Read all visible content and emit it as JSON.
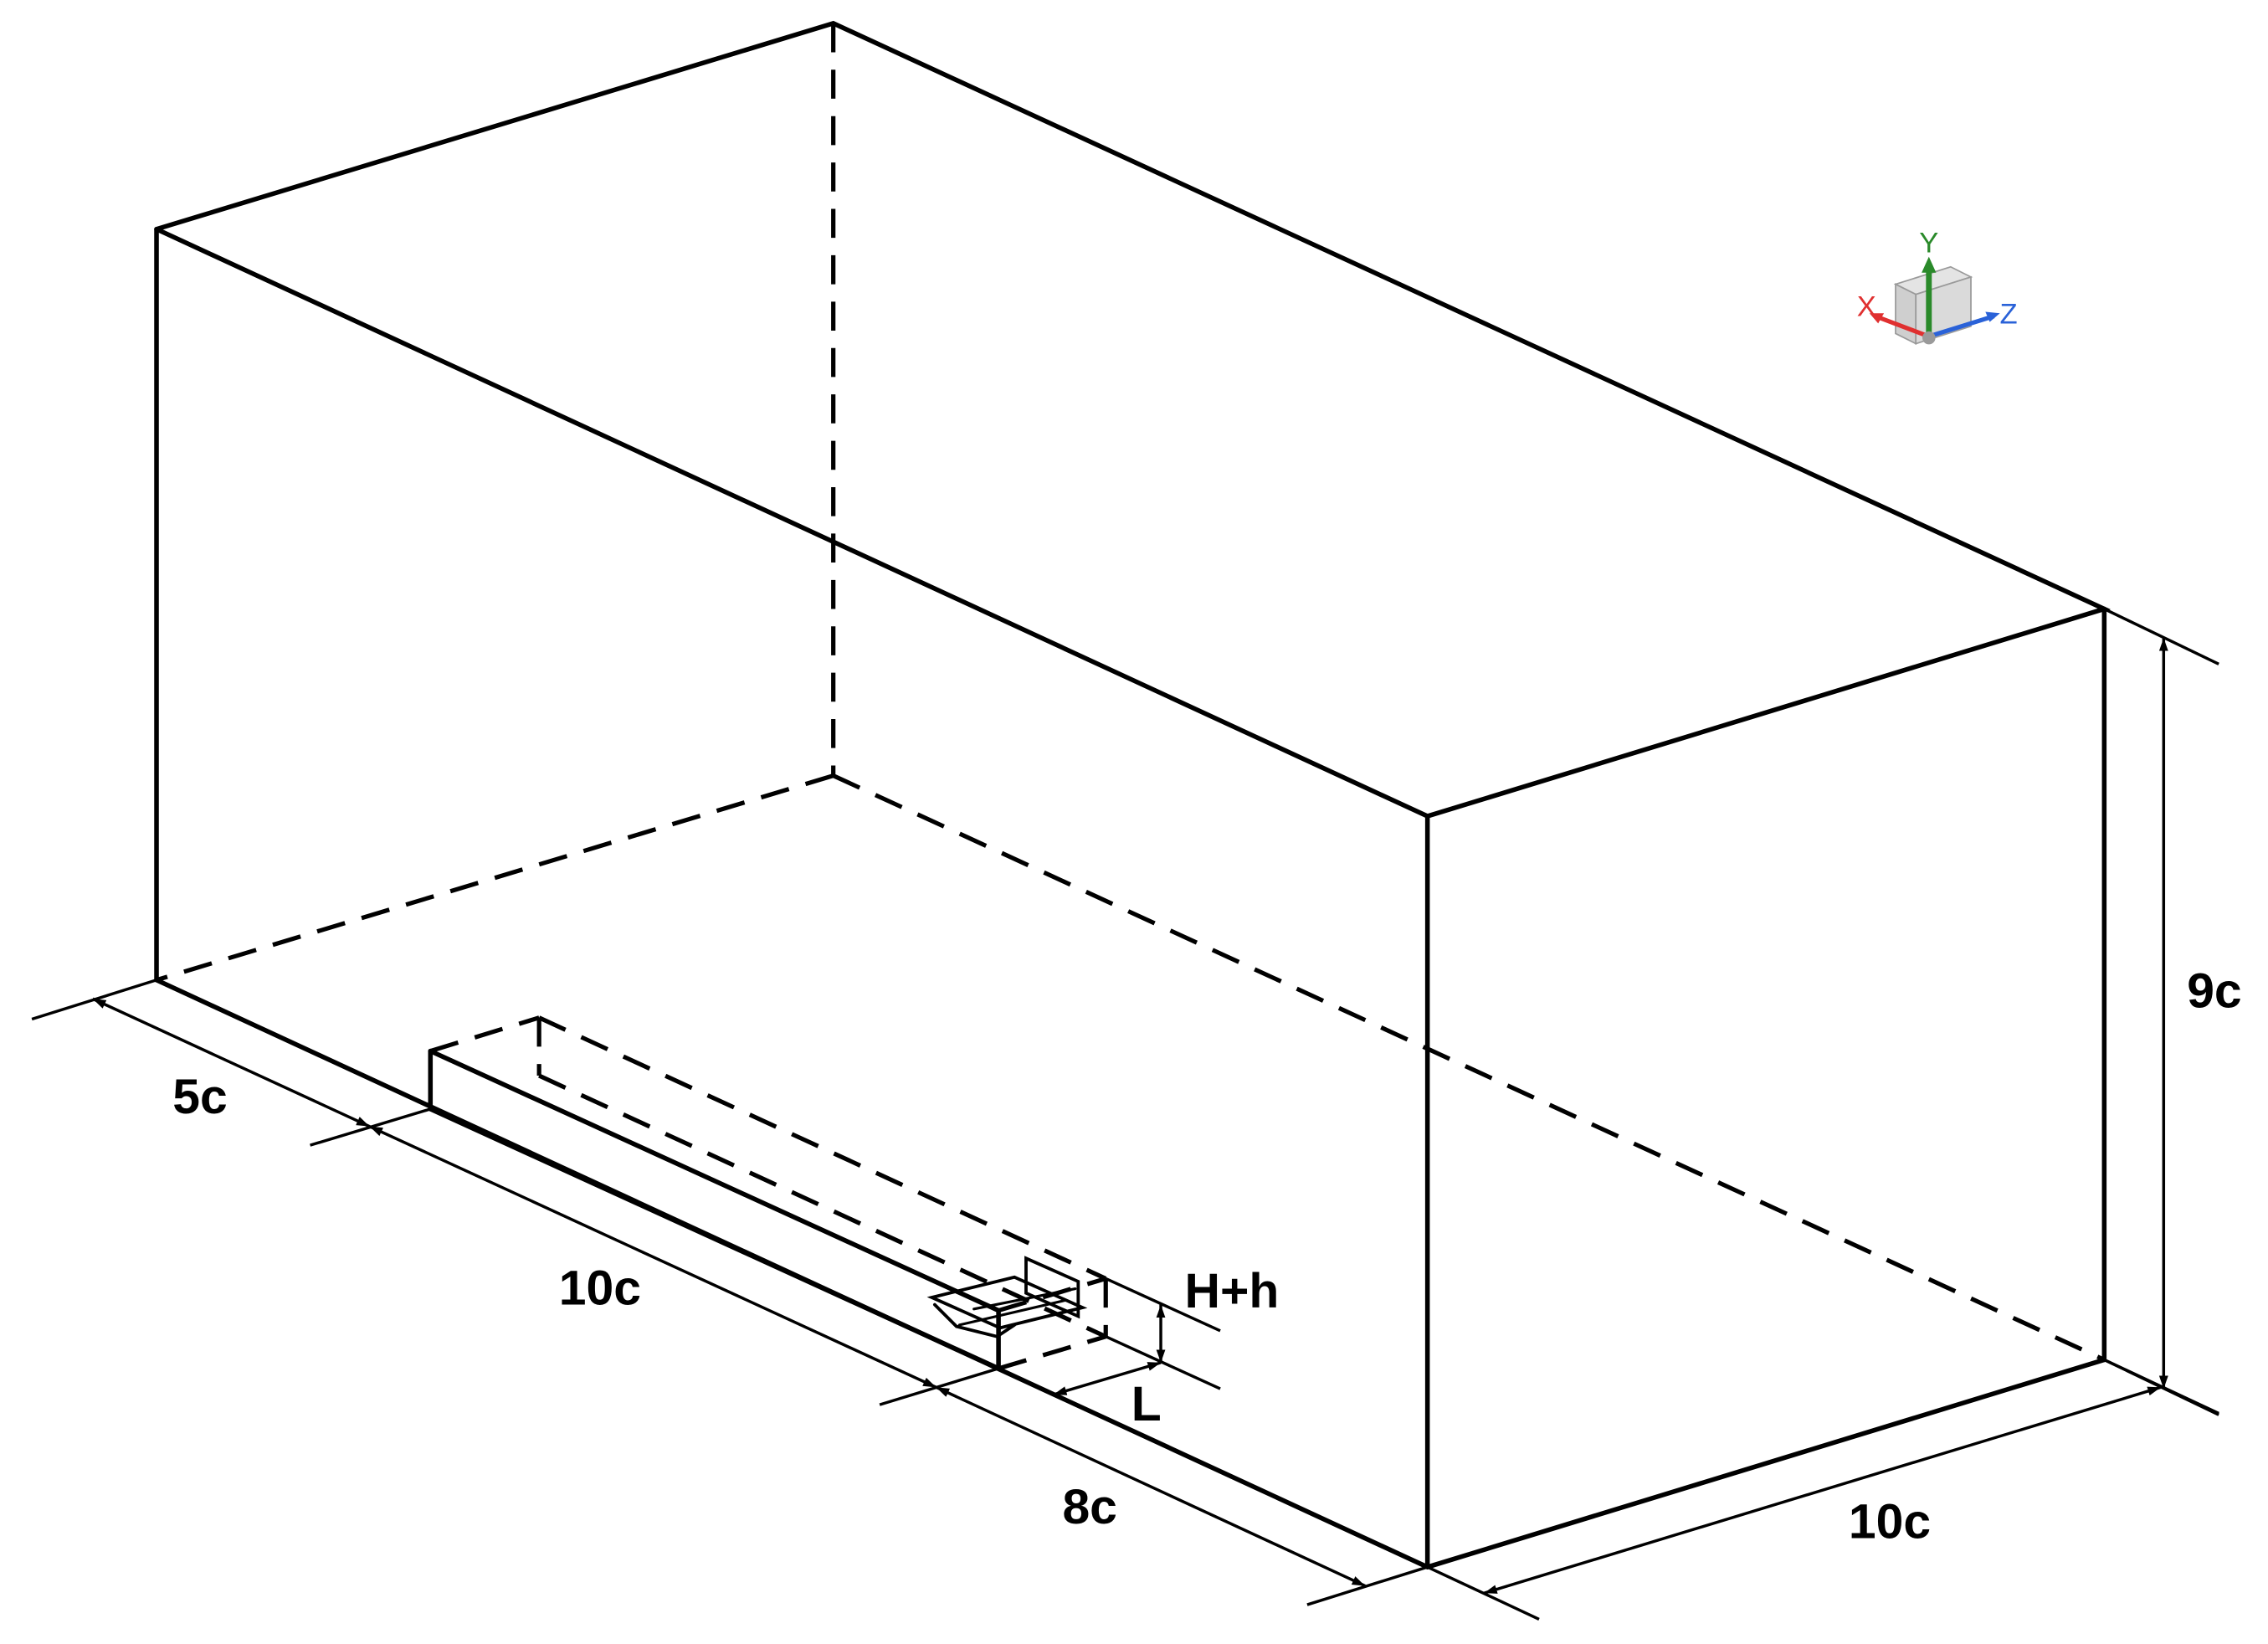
{
  "labels": {
    "upstream": "5c",
    "wing_span": "10c",
    "downstream": "8c",
    "height": "9c",
    "width": "10c",
    "gap": "H+h",
    "length": "L"
  },
  "triad": {
    "x": "X",
    "y": "Y",
    "z": "Z",
    "colors": {
      "x": "#e03030",
      "y": "#2a8a2a",
      "z": "#2a62d8"
    }
  }
}
